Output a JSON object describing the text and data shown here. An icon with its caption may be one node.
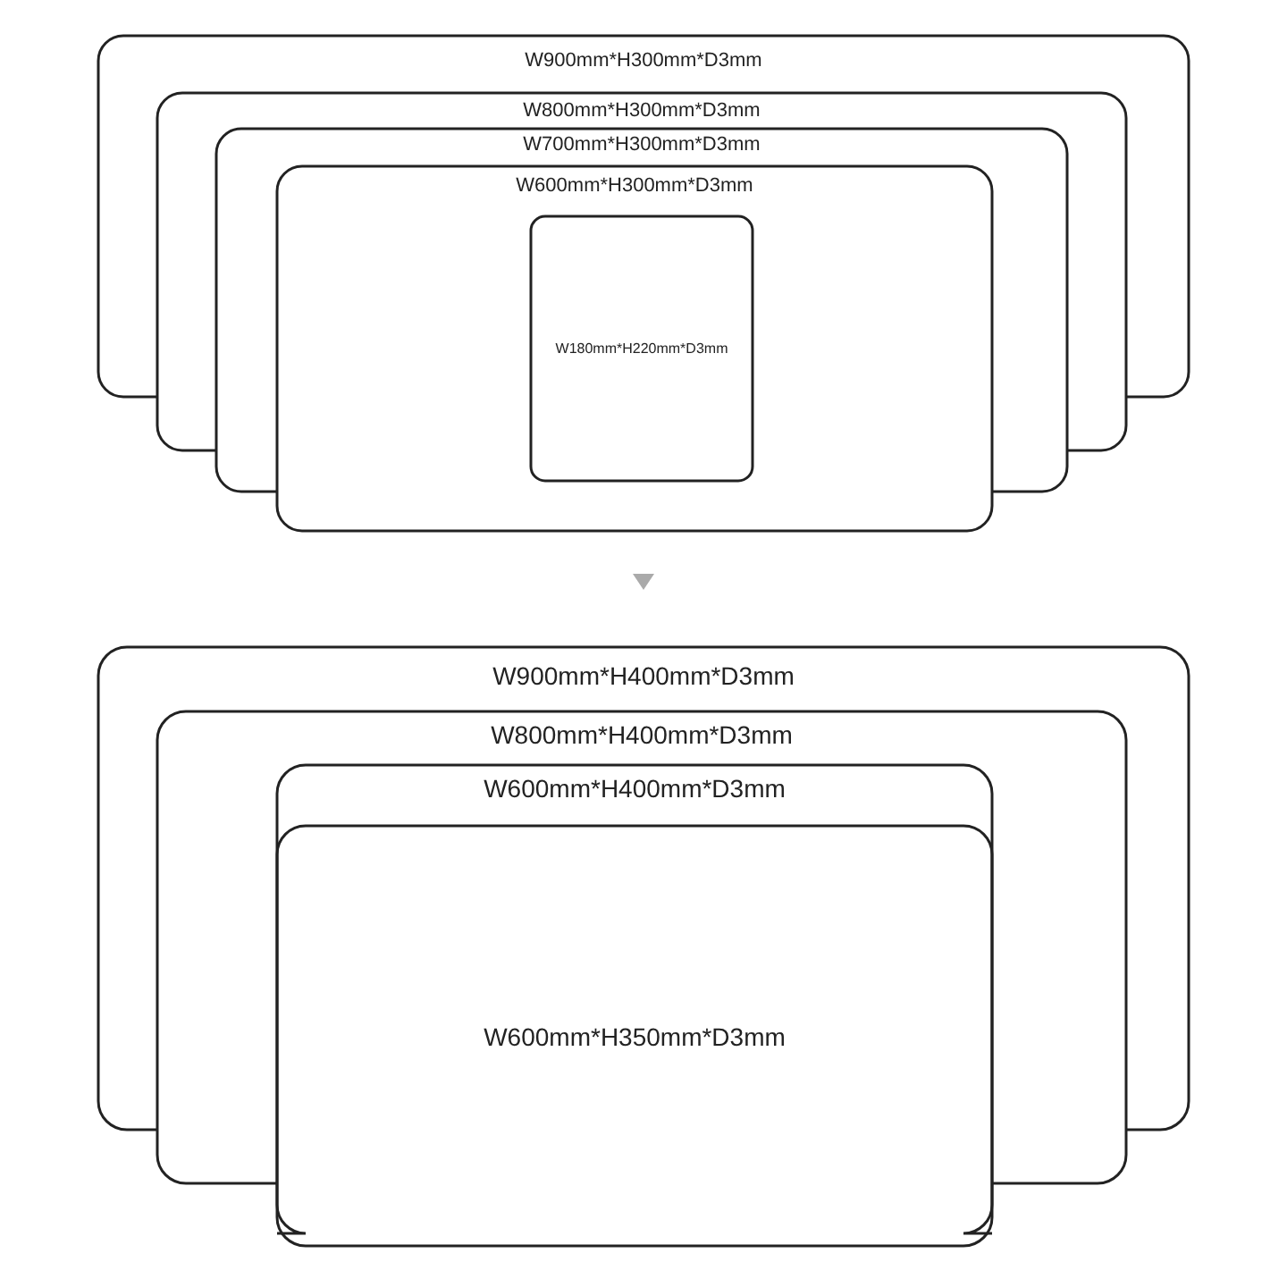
{
  "diagram": {
    "nodes": [
      {
        "text": [
          "W900mm*H300mm*D3mm"
        ]
      },
      {
        "text": [
          "W800mm*H300mm*D3mm"
        ]
      },
      {
        "text": [
          "W700mm*H300mm*D3mm"
        ]
      },
      {
        "text": [
          "W600mm*H300mm*D3mm"
        ]
      },
      {
        "text": [
          "W180mm*H220mm*D3mm"
        ],
        "in": 3
      },
      {
        "text": [
          "W900mm*H400mm*D3mm"
        ]
      },
      {
        "text": [
          "W800mm*H400mm*D3mm"
        ]
      },
      {
        "text": [
          "W600mm*H400mm*D3mm"
        ]
      },
      {
        "text": [
          "W600mm*H350mm*D3mm"
        ]
      }
    ]
  }
}
